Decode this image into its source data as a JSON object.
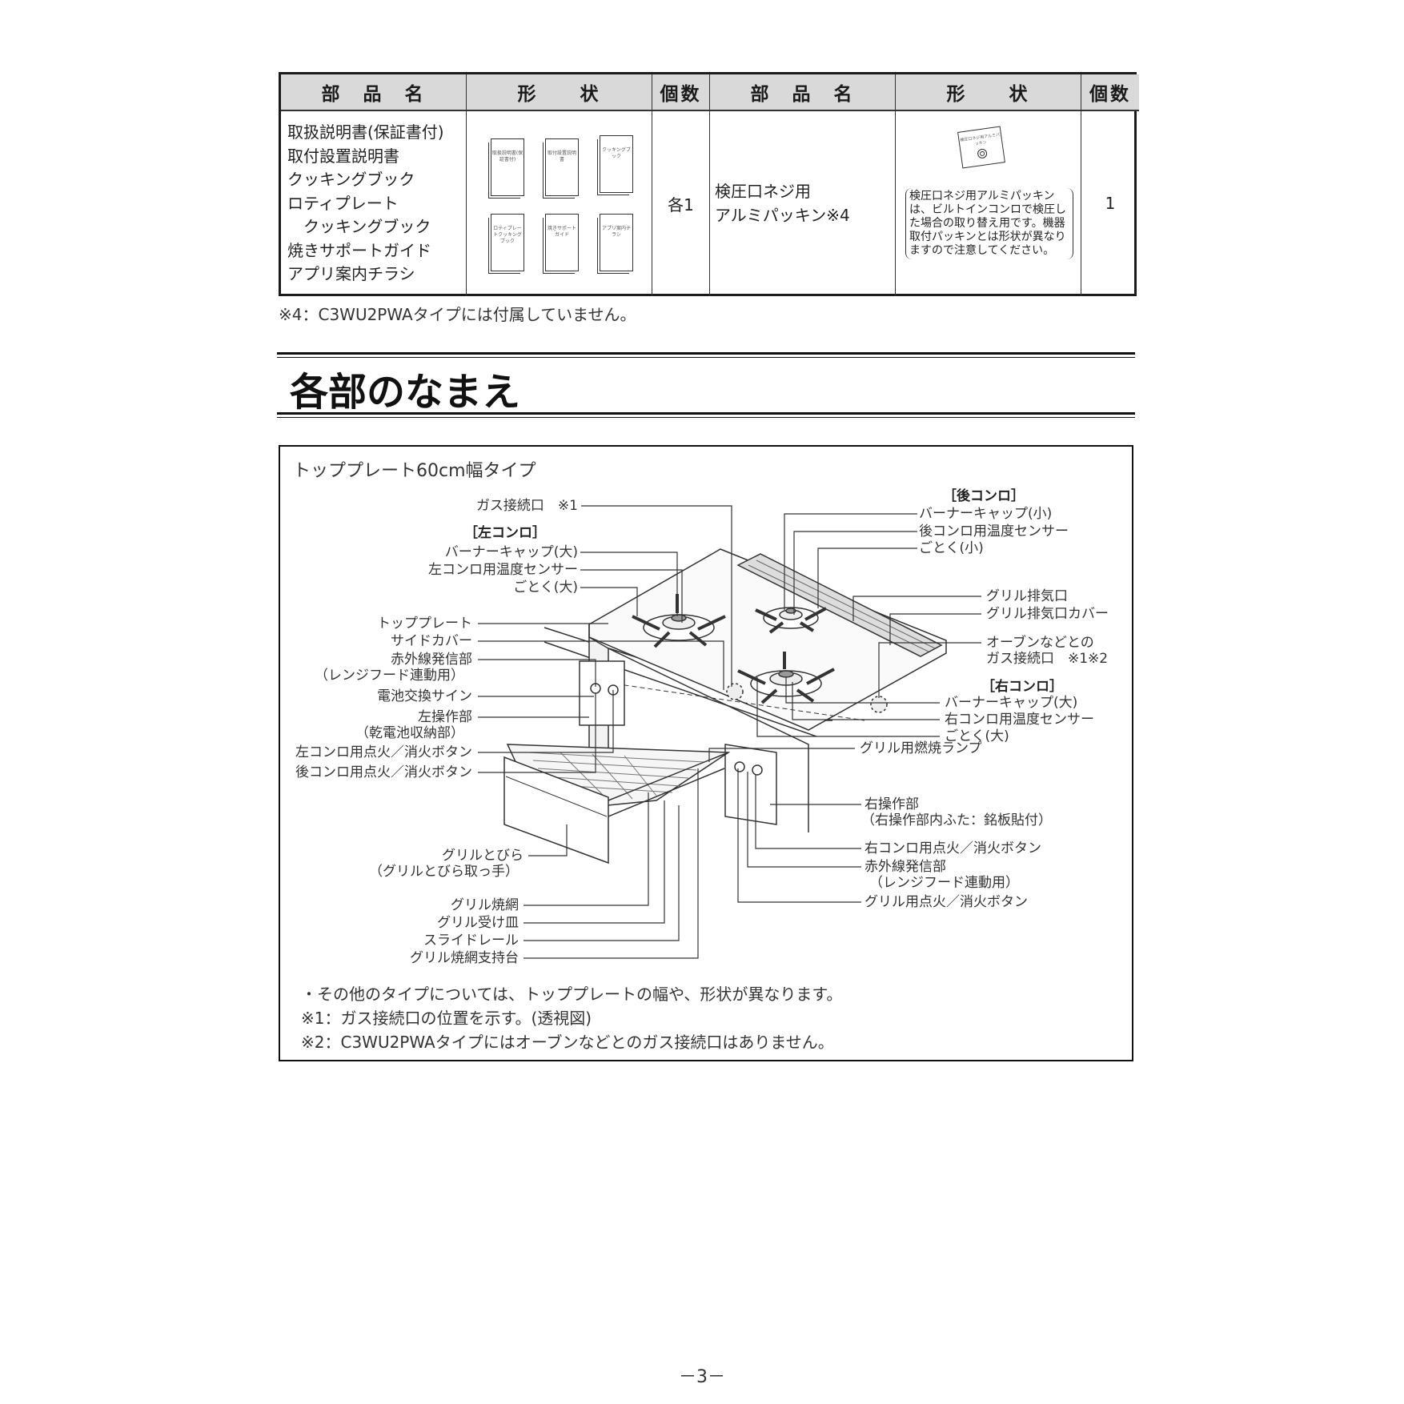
{
  "parts_table": {
    "headers": [
      "部　品　名",
      "形　　状",
      "個数",
      "部　品　名",
      "形　　状",
      "個数"
    ],
    "left_items": [
      "取扱説明書(保証書付)",
      "取付設置説明書",
      "クッキングブック",
      "ロティプレート",
      "クッキングブック",
      "焼きサポートガイド",
      "アプリ案内チラシ"
    ],
    "left_shape_labels": [
      "取扱説明書(保証書付)",
      "取付設置説明書",
      "クッキングブック",
      "ロティプレートクッキングブック",
      "焼きサポートガイド",
      "アプリ案内チラシ"
    ],
    "left_count": "各1",
    "right_item_line1": "検圧口ネジ用",
    "right_item_line2": "アルミパッキン※4",
    "right_shape_tag": "検圧口ネジ用アルミパッキン",
    "right_shape_note": "検圧口ネジ用アルミパッキンは、ビルトインコンロで検圧した場合の取り替え用です。機器取付パッキンとは形状が異なりますので注意してください。",
    "right_count": "1"
  },
  "table_footnote": "※4：C3WU2PWAタイプには付属していません。",
  "section_title": "各部のなまえ",
  "diagram": {
    "subtitle": "トッププレート60cm幅タイプ",
    "labels_left": {
      "gas_inlet": "ガス接続口　※1",
      "left_group": "［左コンロ］",
      "burner_cap_large": "バーナーキャップ(大)",
      "left_temp_sensor": "左コンロ用温度センサー",
      "trivet_large": "ごとく(大)",
      "top_plate": "トッププレート",
      "side_cover": "サイドカバー",
      "ir_transmitter": "赤外線発信部",
      "ir_transmitter_sub": "（レンジフード連動用）",
      "battery_sign": "電池交換サイン",
      "left_panel": "左操作部",
      "left_panel_sub": "（乾電池収納部）",
      "left_ignite": "左コンロ用点火／消火ボタン",
      "rear_ignite": "後コンロ用点火／消火ボタン",
      "grill_door": "グリルとびら",
      "grill_door_sub": "（グリルとびら取っ手）",
      "grill_grate": "グリル焼網",
      "grill_pan": "グリル受け皿",
      "slide_rail": "スライドレール",
      "grate_support": "グリル焼網支持台"
    },
    "labels_right": {
      "rear_group": "［後コンロ］",
      "burner_cap_small": "バーナーキャップ(小)",
      "rear_temp_sensor": "後コンロ用温度センサー",
      "trivet_small": "ごとく(小)",
      "grill_exhaust": "グリル排気口",
      "grill_exhaust_cover": "グリル排気口カバー",
      "oven_gas_1": "オーブンなどとの",
      "oven_gas_2": "ガス接続口　※1※2",
      "right_group": "［右コンロ］",
      "right_burner_cap": "バーナーキャップ(大)",
      "right_temp_sensor": "右コンロ用温度センサー",
      "right_trivet": "ごとく(大)",
      "grill_lamp": "グリル用燃焼ランプ",
      "right_panel": "右操作部",
      "right_panel_sub": "（右操作部内ふた：銘板貼付）",
      "right_ignite": "右コンロ用点火／消火ボタン",
      "ir_transmitter_r": "赤外線発信部",
      "ir_transmitter_r_sub": "（レンジフード連動用）",
      "grill_ignite": "グリル用点火／消火ボタン"
    },
    "notes": [
      "・その他のタイプについては、トッププレートの幅や、形状が異なります。",
      "※1：ガス接続口の位置を示す。(透視図)",
      "※2：C3WU2PWAタイプにはオーブンなどとのガス接続口はありません。"
    ]
  },
  "page_number": "－3－"
}
